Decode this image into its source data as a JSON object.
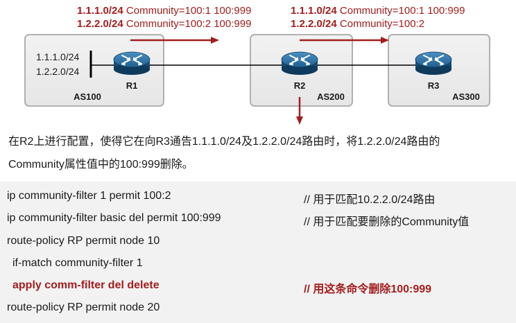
{
  "annotations": {
    "left": {
      "line1_prefix": "1.1.1.0/24",
      "line1_rest": " Community=100:1 100:999",
      "line2_prefix": "1.2.2.0/24",
      "line2_rest": " Community=100:2 100:999"
    },
    "right": {
      "line1_prefix": "1.1.1.0/24",
      "line1_rest": " Community=100:1 100:999",
      "line2_prefix": "1.2.2.0/24",
      "line2_rest": " Community=100:2"
    }
  },
  "topology": {
    "routes": [
      "1.1.1.0/24",
      "1.2.2.0/24"
    ],
    "routers": [
      {
        "name": "R1",
        "as": "AS100"
      },
      {
        "name": "R2",
        "as": "AS200"
      },
      {
        "name": "R3",
        "as": "AS300"
      }
    ],
    "colors": {
      "as_box_fill": "#eeeeee",
      "as_box_border": "#b0b0b0",
      "arrow": "#a31d1d",
      "router_body": "#1f5f8f",
      "link": "#000000"
    }
  },
  "description": {
    "line1": "在R2上进行配置，使得它在向R3通告1.1.1.0/24及1.2.2.0/24路由时，将1.2.2.0/24路由的",
    "line2": "Community属性值中的100:999删除。"
  },
  "config": {
    "lines": [
      {
        "code": "ip community-filter 1 permit 100:2",
        "comment": "// 用于匹配10.2.2.0/24路由",
        "highlight": false
      },
      {
        "code": "ip community-filter basic del permit 100:999",
        "comment": "// 用于匹配要删除的Community值",
        "highlight": false
      },
      {
        "code": "route-policy RP permit node 10",
        "comment": "",
        "highlight": false
      },
      {
        "code": "if-match community-filter 1",
        "comment": "",
        "highlight": false
      },
      {
        "code": "apply comm-filter del delete",
        "comment": "// 用这条命令删除100:999",
        "highlight": true
      },
      {
        "code": "route-policy RP permit node 20",
        "comment": "",
        "highlight": false
      }
    ]
  }
}
